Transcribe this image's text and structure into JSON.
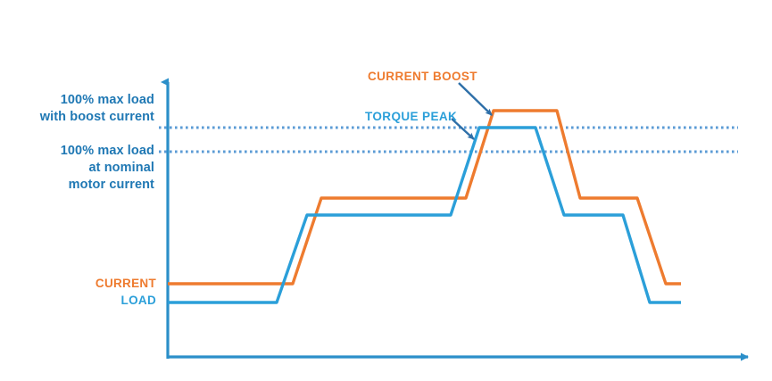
{
  "chart_data": {
    "type": "line",
    "title": "",
    "subtitle": "",
    "xlabel": "",
    "ylabel": "",
    "grid": true,
    "legend_position": "inline-labels",
    "xlim": [
      0,
      100
    ],
    "ylim": [
      0,
      100
    ],
    "axes": {
      "x_arrow": true,
      "y_arrow": true,
      "axis_color": "#2b8fc9"
    },
    "reference_lines": [
      {
        "name": "max-load-boost-current",
        "label": "100% max load\nwith boost current",
        "value": 71,
        "style": "dotted",
        "color": "#5b9bd5"
      },
      {
        "name": "max-load-nominal-current",
        "label": "100% max load\nat nominal\nmotor current",
        "value": 62,
        "style": "dotted",
        "color": "#5b9bd5"
      }
    ],
    "series": [
      {
        "name": "CURRENT",
        "display_name": "CURRENT BOOST",
        "color": "#ee7b2f",
        "x": [
          0,
          21.5,
          26.8,
          51.5,
          56.7,
          67.6,
          72.6,
          82.5,
          87.4,
          90.4,
          100
        ],
        "y": [
          34,
          34,
          65,
          65,
          85,
          85,
          65,
          65,
          34,
          34,
          34
        ],
        "plateaus": [
          34,
          65,
          85,
          65,
          34
        ]
      },
      {
        "name": "LOAD",
        "display_name": "TORQUE PEAK",
        "color": "#2b9fd9",
        "x": [
          0,
          18.9,
          24.4,
          49.1,
          54.2,
          64.2,
          69.5,
          80.0,
          84.8,
          88.0,
          100
        ],
        "y": [
          27,
          27,
          62,
          62,
          71,
          71,
          62,
          62,
          27,
          27,
          27
        ],
        "plateaus": [
          27,
          62,
          71,
          62,
          27
        ]
      }
    ],
    "annotations": [
      {
        "name": "current-boost",
        "text": "CURRENT BOOST",
        "color": "#ee7b2f",
        "points_to_series": "CURRENT",
        "arrow_color": "#2e6fa8"
      },
      {
        "name": "torque-peak",
        "text": "TORQUE PEAK",
        "color": "#2b9fd9",
        "points_to_series": "LOAD",
        "arrow_color": "#2e6fa8"
      }
    ],
    "axis_labels": [
      {
        "name": "boost-load-label",
        "line1": "100% max load",
        "line2": "with boost current",
        "color": "#1f78b4"
      },
      {
        "name": "nominal-load-label",
        "line1": "100% max load",
        "line2": "at nominal",
        "line3": "motor current",
        "color": "#1f78b4"
      }
    ]
  },
  "labels": {
    "boost_load": "100% max load\nwith boost current",
    "nominal_load": "100% max load\nat nominal\nmotor current",
    "current_tag": "CURRENT",
    "load_tag": "LOAD",
    "current_boost_callout": "CURRENT BOOST",
    "torque_peak_callout": "TORQUE PEAK"
  },
  "colors": {
    "orange": "#ee7b2f",
    "blue": "#2b9fd9",
    "axis_blue": "#2b8fc9",
    "label_blue": "#1f78b4",
    "gridline_blue": "#5b9bd5",
    "arrow_blue": "#2e6fa8",
    "background": "#ffffff"
  }
}
